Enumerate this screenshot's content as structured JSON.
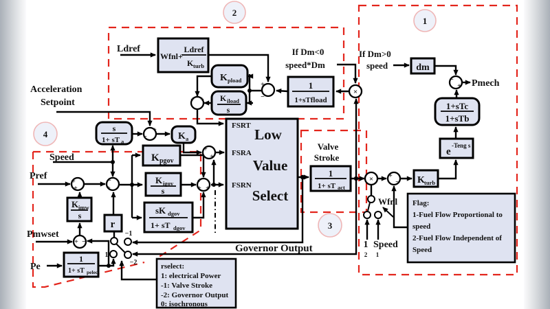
{
  "regions": {
    "r1": "1",
    "r2": "2",
    "r3": "3",
    "r4": "4"
  },
  "labels": {
    "ldref": "Ldref",
    "accel1": "Acceleration",
    "accel2": "Setpoint",
    "speed": "Speed",
    "pref": "Pref",
    "pmwset": "Pmwset",
    "pe": "Pe",
    "if_dm_neg": "If Dm<0",
    "speed_dm": "speed*Dm",
    "if_dm_pos": "If Dm>0",
    "speed2": "speed",
    "pmech": "Pmech",
    "wfnl": "Wfnl",
    "valve1": "Valve",
    "valve2": "Stroke",
    "gov_out": "Governor Output",
    "flag_one": "1",
    "flag_speed": "Speed",
    "flag_two_small": "2",
    "flag_one_small": "1",
    "sw_m1": "−1",
    "sw_1": "1",
    "sw_m2": "−2"
  },
  "lvs": {
    "fsrt": "FSRT",
    "fsra": "FSRA",
    "fsrn": "FSRN",
    "l1": "Low",
    "l2": "Value",
    "l3": "Select"
  },
  "blocks": {
    "wfnl_ldref": {
      "pre": "Wfnl+",
      "num": "Ldref",
      "den": "K",
      "densub": "turb"
    },
    "kpload": {
      "m": "K",
      "sub": "pload"
    },
    "kiload": {
      "num": "K",
      "numsub": "iload",
      "den": "s"
    },
    "tfload": {
      "num": "1",
      "den": "1+sTfload"
    },
    "sta": {
      "num": "s",
      "den": "1+ sT",
      "densub": "a"
    },
    "ka": {
      "m": "K",
      "sub": "a"
    },
    "kpgov": {
      "m": "K",
      "sub": "pgov"
    },
    "kigov": {
      "num": "K",
      "numsub": "igov",
      "den": "s"
    },
    "kdgov": {
      "num": "sK",
      "numsub": "dgov",
      "den": "1+ sT",
      "densub": "dgov"
    },
    "kimw": {
      "num": "K",
      "numsub": "imw",
      "den": "s"
    },
    "r": {
      "m": "r"
    },
    "tpelec": {
      "num": "1",
      "den": "1+ sT",
      "densub": "pelec"
    },
    "tact": {
      "num": "1",
      "den": "1+ sT",
      "densub": "act"
    },
    "dm": {
      "m": "dm"
    },
    "tctb": {
      "num": "1+sTc",
      "den": "1+sTb"
    },
    "teng": {
      "m": "e",
      "sup": "-Teng s"
    },
    "kturb": {
      "m": "K",
      "sub": "turb"
    }
  },
  "notes": {
    "flag": {
      "l1": "Flag:",
      "l2": "1-Fuel Flow Proportional to",
      "l3": "speed",
      "l4": "2-Fuel Flow Independent of",
      "l5": "Speed"
    },
    "rselect": {
      "l1": "rselect:",
      "l2": "1: electrical Power",
      "l3": "-1: Valve Stroke",
      "l4": "-2: Governor Output",
      "l5": "0: isochronous"
    }
  },
  "signs": {
    "plus": "+",
    "minus": "−",
    "times": "×"
  },
  "colors": {
    "block_fill": "#dfe3f1",
    "region_dash": "#e3251c",
    "line": "#000000"
  }
}
